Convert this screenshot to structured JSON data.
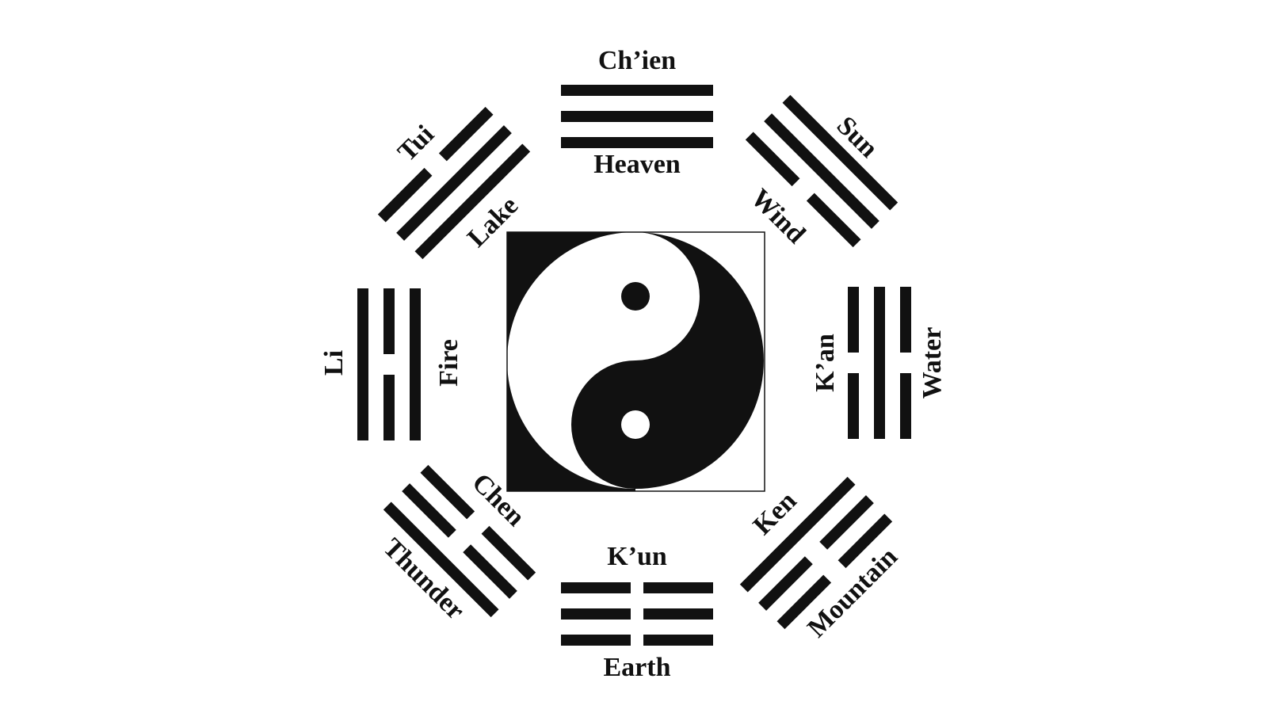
{
  "colors": {
    "background": "#ffffff",
    "ink": "#111111"
  },
  "center": {
    "symbol": "yin-yang"
  },
  "trigrams": [
    {
      "id": "heaven",
      "name": "Ch’ien",
      "element": "Heaven",
      "lines": [
        1,
        1,
        1
      ]
    },
    {
      "id": "wind",
      "name": "Sun",
      "element": "Wind",
      "lines": [
        1,
        1,
        0
      ]
    },
    {
      "id": "water",
      "name": "K’an",
      "element": "Water",
      "lines": [
        0,
        1,
        0
      ]
    },
    {
      "id": "mountain",
      "name": "Ken",
      "element": "Mountain",
      "lines": [
        1,
        0,
        0
      ]
    },
    {
      "id": "earth",
      "name": "K’un",
      "element": "Earth",
      "lines": [
        0,
        0,
        0
      ]
    },
    {
      "id": "thunder",
      "name": "Chen",
      "element": "Thunder",
      "lines": [
        0,
        0,
        1
      ]
    },
    {
      "id": "fire",
      "name": "Li",
      "element": "Fire",
      "lines": [
        1,
        0,
        1
      ]
    },
    {
      "id": "lake",
      "name": "Tui",
      "element": "Lake",
      "lines": [
        0,
        1,
        1
      ]
    }
  ]
}
